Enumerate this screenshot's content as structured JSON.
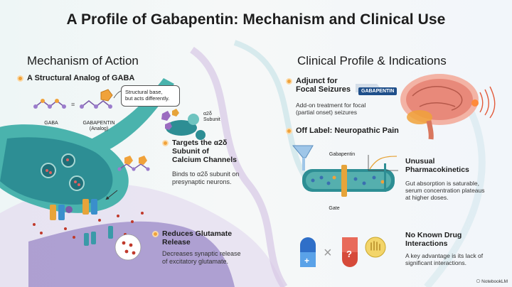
{
  "title": "A Profile of Gabapentin: Mechanism and Clinical Use",
  "mechanism": {
    "heading": "Mechanism of Action",
    "structural": {
      "heading": "A Structural Analog of GABA",
      "gaba_label": "GABA",
      "gabapentin_label": "GABAPENTIN",
      "gabapentin_sub": "(Analog)",
      "callout_line1": "Structural base,",
      "callout_line2": "but acts differently."
    },
    "targets": {
      "subunit_label_1": "α2δ",
      "subunit_label_2": "Subunit",
      "heading_1": "Targets the α2δ",
      "heading_2": "Subunit of",
      "heading_3": "Calcium Channels",
      "body_1": "Binds to α2δ subunit on",
      "body_2": "presynaptic neurons."
    },
    "glutamate": {
      "heading_1": "Reduces Glutamate",
      "heading_2": "Release",
      "body_1": "Decreases synaptic release",
      "body_2": "of excitatory glutamate."
    }
  },
  "clinical": {
    "heading": "Clinical Profile & Indications",
    "adjunct": {
      "heading_1": "Adjunct for",
      "heading_2": "Focal Seizures",
      "tag": "GABAPENTIN",
      "body_1": "Add-on treatment for focal",
      "body_2": "(partial onset) seizures"
    },
    "off_label": {
      "heading": "Off Label: Neuropathic Pain"
    },
    "pk": {
      "gabapentin_label": "Gabapentin",
      "gate_label": "Gate",
      "heading_1": "Unusual",
      "heading_2": "Pharmacokinetics",
      "body_1": "Gut absorption is saturable,",
      "body_2": "serum concentration plateaus",
      "body_3": "at higher doses."
    },
    "interactions": {
      "heading_1": "No Known Drug",
      "heading_2": "Interactions",
      "body_1": "A key advantage is its lack of",
      "body_2": "significant interactions."
    }
  },
  "watermark": "NotebookLM",
  "colors": {
    "accent": "#f0a23a",
    "teal": "#2f9da0",
    "navy": "#1f4f8a",
    "purple": "#7a5aa8"
  }
}
